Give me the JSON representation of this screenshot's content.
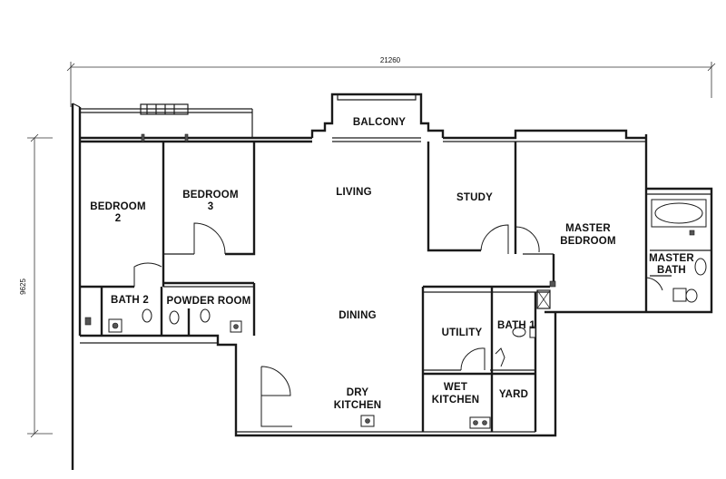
{
  "dimensions": {
    "width_label": "21260",
    "height_label": "9625"
  },
  "rooms": {
    "balcony": "BALCONY",
    "bedroom2_line1": "BEDROOM",
    "bedroom2_line2": "2",
    "bedroom3_line1": "BEDROOM",
    "bedroom3_line2": "3",
    "living": "LIVING",
    "study": "STUDY",
    "master_bedroom_line1": "MASTER",
    "master_bedroom_line2": "BEDROOM",
    "master_bath_line1": "MASTER",
    "master_bath_line2": "BATH",
    "bath2": "BATH 2",
    "powder_room": "POWDER ROOM",
    "dining": "DINING",
    "utility": "UTILITY",
    "bath1": "BATH 1",
    "wet_kitchen_line1": "WET",
    "wet_kitchen_line2": "KITCHEN",
    "yard": "YARD",
    "dry_kitchen_line1": "DRY",
    "dry_kitchen_line2": "KITCHEN"
  }
}
